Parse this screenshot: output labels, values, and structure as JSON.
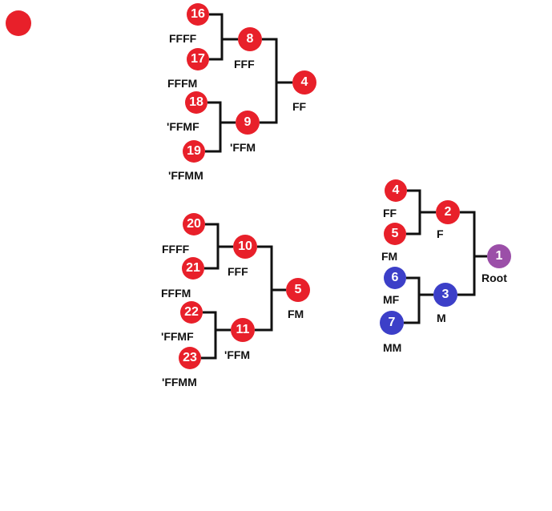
{
  "colors": {
    "female": "#e8202a",
    "male": "#3c3fc8",
    "root": "#9b4fa8",
    "line": "#111111"
  },
  "legend_dot": {
    "icon": "red-circle",
    "color": "#e8202a"
  },
  "nodes": [
    {
      "id": "n16a",
      "num": "16",
      "label": "FFFF",
      "color": "female"
    },
    {
      "id": "n17a",
      "num": "17",
      "label": "FFFM",
      "color": "female"
    },
    {
      "id": "n18a",
      "num": "18",
      "label": "'FFMF",
      "color": "female"
    },
    {
      "id": "n19a",
      "num": "19",
      "label": "'FFMM",
      "color": "female"
    },
    {
      "id": "n8a",
      "num": "8",
      "label": "FFF",
      "color": "female"
    },
    {
      "id": "n9a",
      "num": "9",
      "label": "'FFM",
      "color": "female"
    },
    {
      "id": "n4a",
      "num": "4",
      "label": "FF",
      "color": "female"
    },
    {
      "id": "n20",
      "num": "20",
      "label": "FFFF",
      "color": "female"
    },
    {
      "id": "n21",
      "num": "21",
      "label": "FFFM",
      "color": "female"
    },
    {
      "id": "n22",
      "num": "22",
      "label": "'FFMF",
      "color": "female"
    },
    {
      "id": "n23",
      "num": "23",
      "label": "'FFMM",
      "color": "female"
    },
    {
      "id": "n10",
      "num": "10",
      "label": "FFF",
      "color": "female"
    },
    {
      "id": "n11",
      "num": "11",
      "label": "'FFM",
      "color": "female"
    },
    {
      "id": "n5a",
      "num": "5",
      "label": "FM",
      "color": "female"
    },
    {
      "id": "n4b",
      "num": "4",
      "label": "FF",
      "color": "female"
    },
    {
      "id": "n5b",
      "num": "5",
      "label": "FM",
      "color": "female"
    },
    {
      "id": "n6",
      "num": "6",
      "label": "MF",
      "color": "male"
    },
    {
      "id": "n7",
      "num": "7",
      "label": "MM",
      "color": "male"
    },
    {
      "id": "n2",
      "num": "2",
      "label": "F",
      "color": "female"
    },
    {
      "id": "n3",
      "num": "3",
      "label": "M",
      "color": "male"
    },
    {
      "id": "n1",
      "num": "1",
      "label": "Root",
      "color": "root"
    }
  ],
  "edges": [
    [
      "n16a",
      "n8a"
    ],
    [
      "n17a",
      "n8a"
    ],
    [
      "n18a",
      "n9a"
    ],
    [
      "n19a",
      "n9a"
    ],
    [
      "n8a",
      "n4a"
    ],
    [
      "n9a",
      "n4a"
    ],
    [
      "n20",
      "n10"
    ],
    [
      "n21",
      "n10"
    ],
    [
      "n22",
      "n11"
    ],
    [
      "n23",
      "n11"
    ],
    [
      "n10",
      "n5a"
    ],
    [
      "n11",
      "n5a"
    ],
    [
      "n4b",
      "n2"
    ],
    [
      "n5b",
      "n2"
    ],
    [
      "n6",
      "n3"
    ],
    [
      "n7",
      "n3"
    ],
    [
      "n2",
      "n1"
    ],
    [
      "n3",
      "n1"
    ]
  ]
}
